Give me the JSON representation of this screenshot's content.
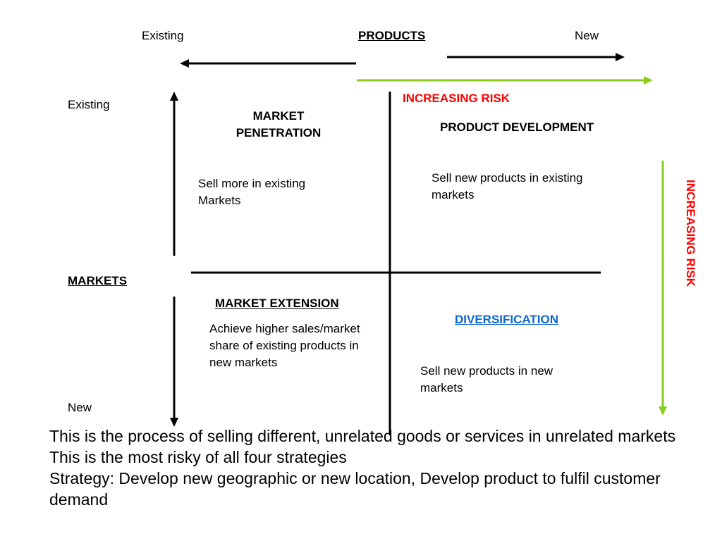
{
  "products": {
    "title": "PRODUCTS",
    "existing": "Existing",
    "new": "New"
  },
  "markets": {
    "title": "MARKETS",
    "existing": "Existing",
    "new": "New"
  },
  "risk": {
    "top": "INCREASING RISK",
    "side": "INCREASING RISK"
  },
  "quadrants": {
    "penetration": {
      "title": "MARKET PENETRATION",
      "desc": "Sell more in existing Markets"
    },
    "development": {
      "title": "PRODUCT DEVELOPMENT",
      "desc": "Sell new products in existing markets"
    },
    "extension": {
      "title": "MARKET EXTENSION",
      "desc": "Achieve higher sales/market share of existing products in new markets"
    },
    "diversification": {
      "title": "DIVERSIFICATION",
      "desc": "Sell new products in new markets"
    }
  },
  "notes": [
    "This is the process of selling different, unrelated goods or services in unrelated markets",
    "This is the most risky of all four strategies",
    "Strategy: Develop new geographic or new location, Develop product to fulfil customer demand"
  ],
  "colors": {
    "risk_text": "#ff0000",
    "risk_arrow": "#8ccc1e",
    "diversification": "#0b66d0"
  }
}
